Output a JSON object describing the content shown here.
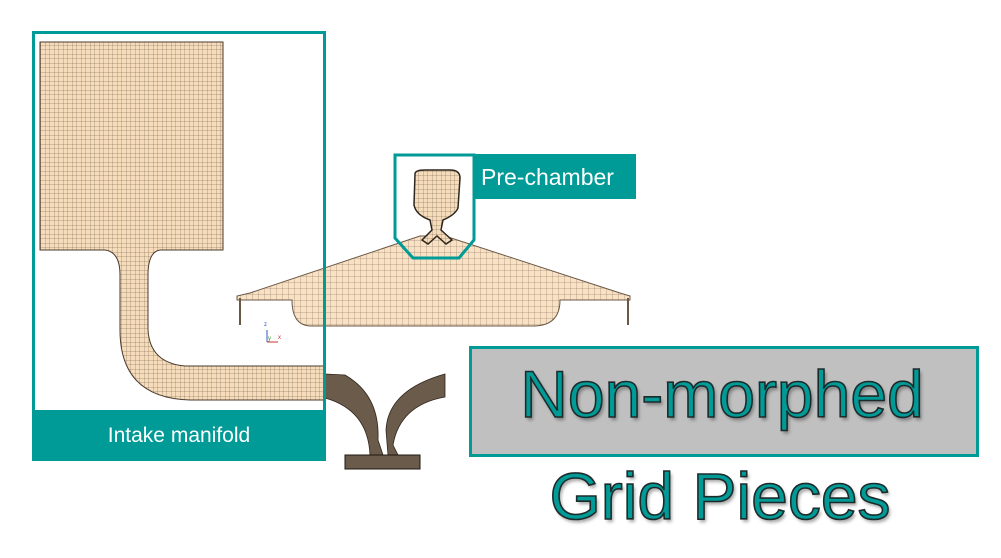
{
  "labels": {
    "intake": "Intake manifold",
    "prechamber": "Pre-chamber"
  },
  "title": {
    "line1": "Non-morphed",
    "line2": "Grid Pieces"
  },
  "axis_triad": {
    "z": "z",
    "y": "y",
    "x": "x"
  },
  "colors": {
    "accent": "#009a97",
    "mesh_fill": "#f9dfbe",
    "mesh_line": "#5a4a3a",
    "valve": "#6b5b4b",
    "title_box": "#c0c0c0"
  }
}
